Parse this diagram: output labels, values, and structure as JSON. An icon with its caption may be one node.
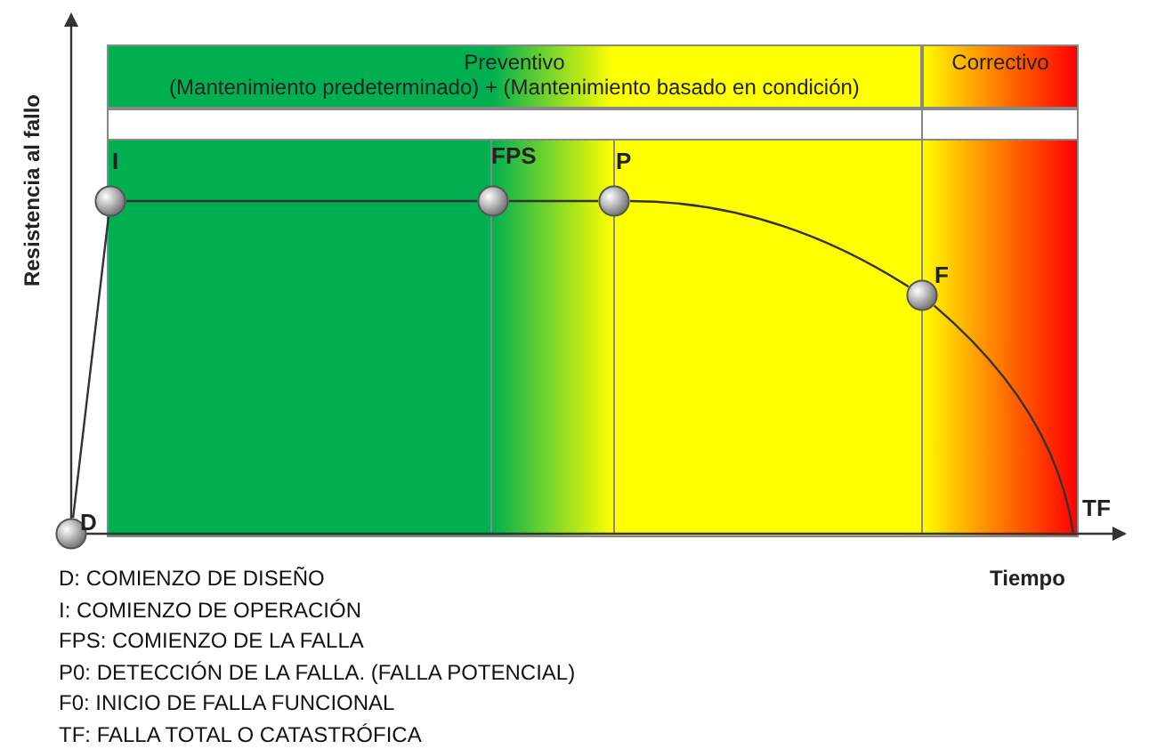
{
  "diagram": {
    "nodes": [
      {
        "text": [
          "Preventivo",
          "(Mantenimiento predeterminado) + (Mantenimiento basado en condición)"
        ]
      },
      {
        "text": [
          "Correctivo"
        ]
      },
      {
        "text": [
          "D"
        ]
      },
      {
        "text": [
          "I"
        ]
      },
      {
        "text": [
          "FPS"
        ]
      },
      {
        "text": [
          "P"
        ]
      },
      {
        "text": [
          "F"
        ]
      },
      {
        "text": [
          "TF"
        ]
      }
    ],
    "edges": [
      {
        "from": 2,
        "to": 3,
        "arrow": "none"
      },
      {
        "from": 3,
        "to": 4,
        "arrow": "none"
      },
      {
        "from": 4,
        "to": 5,
        "arrow": "none"
      },
      {
        "from": 5,
        "to": 6,
        "arrow": "none"
      },
      {
        "from": 6,
        "to": 7,
        "arrow": "none"
      }
    ],
    "labels": [
      "Resistencia al fallo",
      "Tiempo",
      "D: COMIENZO DE DISEÑO",
      "I: COMIENZO DE OPERACIÓN",
      "FPS: COMIENZO DE LA FALLA",
      "P0: DETECCIÓN DE LA FALLA. (FALLA POTENCIAL)",
      "F0: INICIO DE FALLA FUNCIONAL",
      "TF: FALLA TOTAL O CATASTRÓFICA"
    ]
  }
}
